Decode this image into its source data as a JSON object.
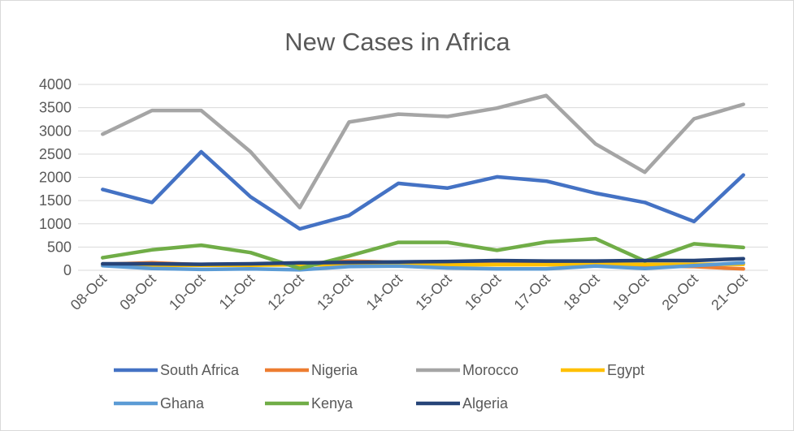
{
  "chart_data": {
    "type": "line",
    "title": "New Cases in Africa",
    "xlabel": "",
    "ylabel": "",
    "categories": [
      "08-Oct",
      "09-Oct",
      "10-Oct",
      "11-Oct",
      "12-Oct",
      "13-Oct",
      "14-Oct",
      "15-Oct",
      "16-Oct",
      "17-Oct",
      "18-Oct",
      "19-Oct",
      "20-Oct",
      "21-Oct"
    ],
    "ylim": [
      0,
      4000
    ],
    "yticks": [
      0,
      500,
      1000,
      1500,
      2000,
      2500,
      3000,
      3500,
      4000
    ],
    "grid": true,
    "legend_position": "bottom",
    "series": [
      {
        "name": "South Africa",
        "color": "#4472c4",
        "values": [
          1740,
          1460,
          2550,
          1580,
          890,
          1180,
          1870,
          1770,
          2010,
          1920,
          1660,
          1460,
          1050,
          2050
        ]
      },
      {
        "name": "Nigeria",
        "color": "#ed7d31",
        "values": [
          130,
          160,
          120,
          110,
          140,
          200,
          170,
          150,
          130,
          140,
          110,
          90,
          80,
          30
        ]
      },
      {
        "name": "Morocco",
        "color": "#a5a5a5",
        "values": [
          2930,
          3440,
          3440,
          2550,
          1350,
          3190,
          3360,
          3310,
          3490,
          3760,
          2720,
          2110,
          3260,
          3570
        ]
      },
      {
        "name": "Egypt",
        "color": "#ffc000",
        "values": [
          100,
          110,
          110,
          110,
          120,
          120,
          120,
          120,
          120,
          120,
          130,
          130,
          130,
          130
        ]
      },
      {
        "name": "Ghana",
        "color": "#5b9bd5",
        "values": [
          100,
          40,
          20,
          30,
          10,
          80,
          90,
          50,
          30,
          30,
          90,
          40,
          100,
          160
        ]
      },
      {
        "name": "Kenya",
        "color": "#70ad47",
        "values": [
          270,
          440,
          540,
          380,
          40,
          310,
          600,
          600,
          430,
          610,
          680,
          200,
          570,
          490
        ]
      },
      {
        "name": "Algeria",
        "color": "#264478",
        "values": [
          140,
          140,
          130,
          140,
          160,
          170,
          180,
          190,
          210,
          200,
          200,
          210,
          210,
          250
        ]
      }
    ]
  }
}
